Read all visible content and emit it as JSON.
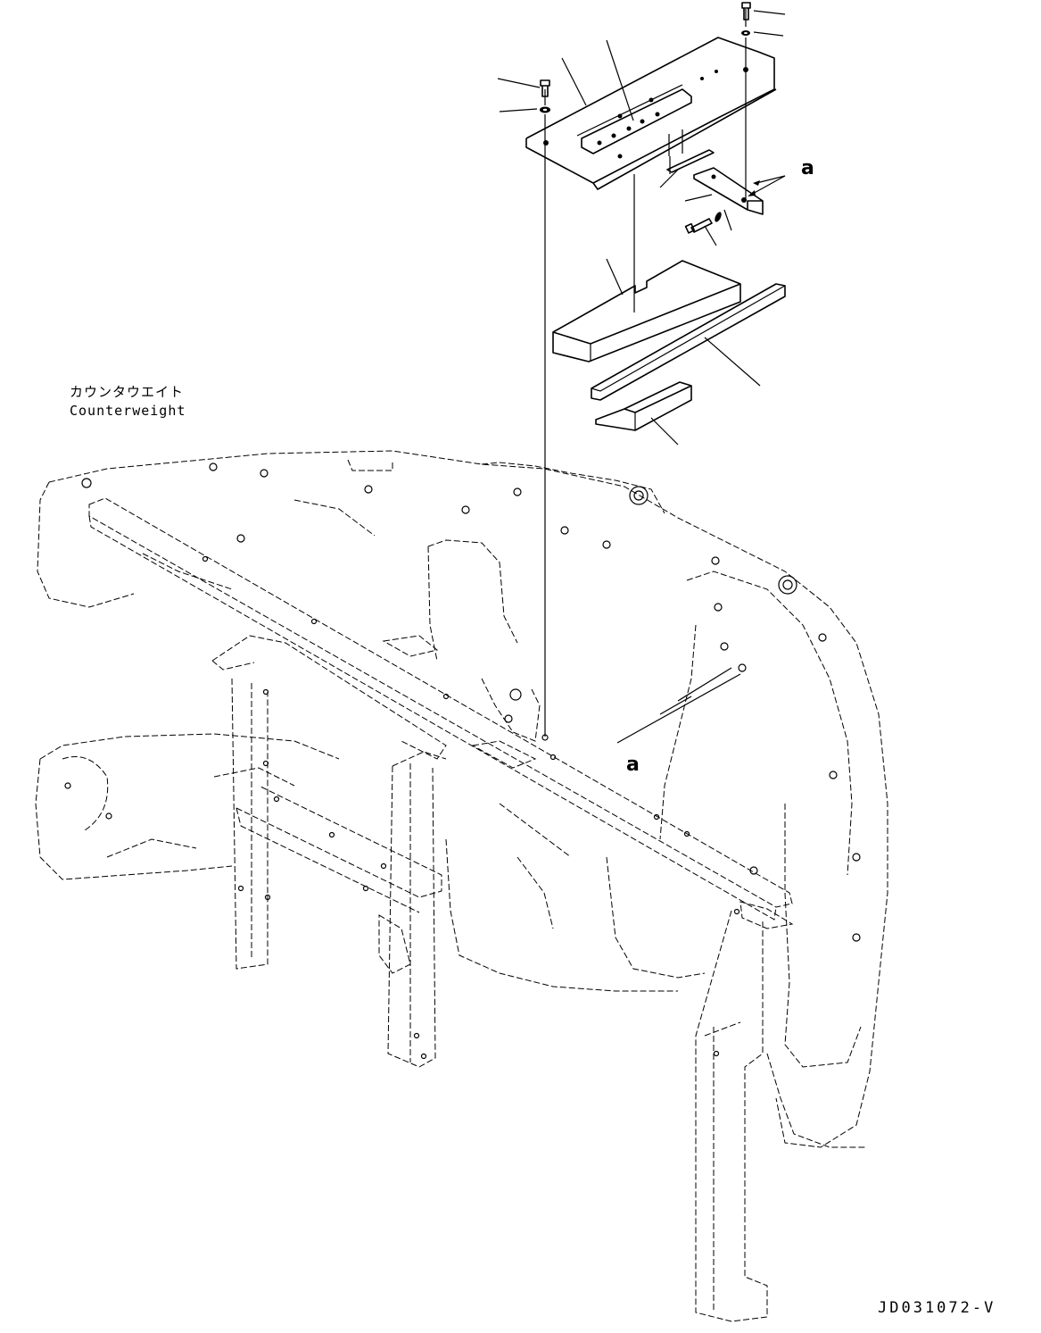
{
  "labels": {
    "counterweight_jp": "カウンタウエイト",
    "counterweight_en": "Counterweight",
    "ref_a_top": "a",
    "ref_a_bottom": "a",
    "drawing_code": "JD031072-V"
  },
  "colors": {
    "line": "#000000",
    "background": "#ffffff"
  }
}
